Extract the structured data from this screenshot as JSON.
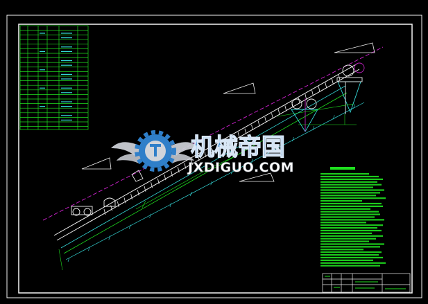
{
  "watermark": {
    "brand": "机械帝国",
    "domain": "JXDIGUO.COM",
    "emblem": "winged-gear-emblem"
  },
  "colors": {
    "background": "#000000",
    "frame": "#f5f5f5",
    "cad_green": "#1fe01f",
    "cad_cyan": "#35d9d9",
    "cad_magenta": "#c020c0",
    "cad_white": "#f0f0f0",
    "watermark_blue": "#2f7fc9",
    "watermark_silver": "#d0d4da"
  },
  "icons": [
    "winged-gear-emblem"
  ]
}
